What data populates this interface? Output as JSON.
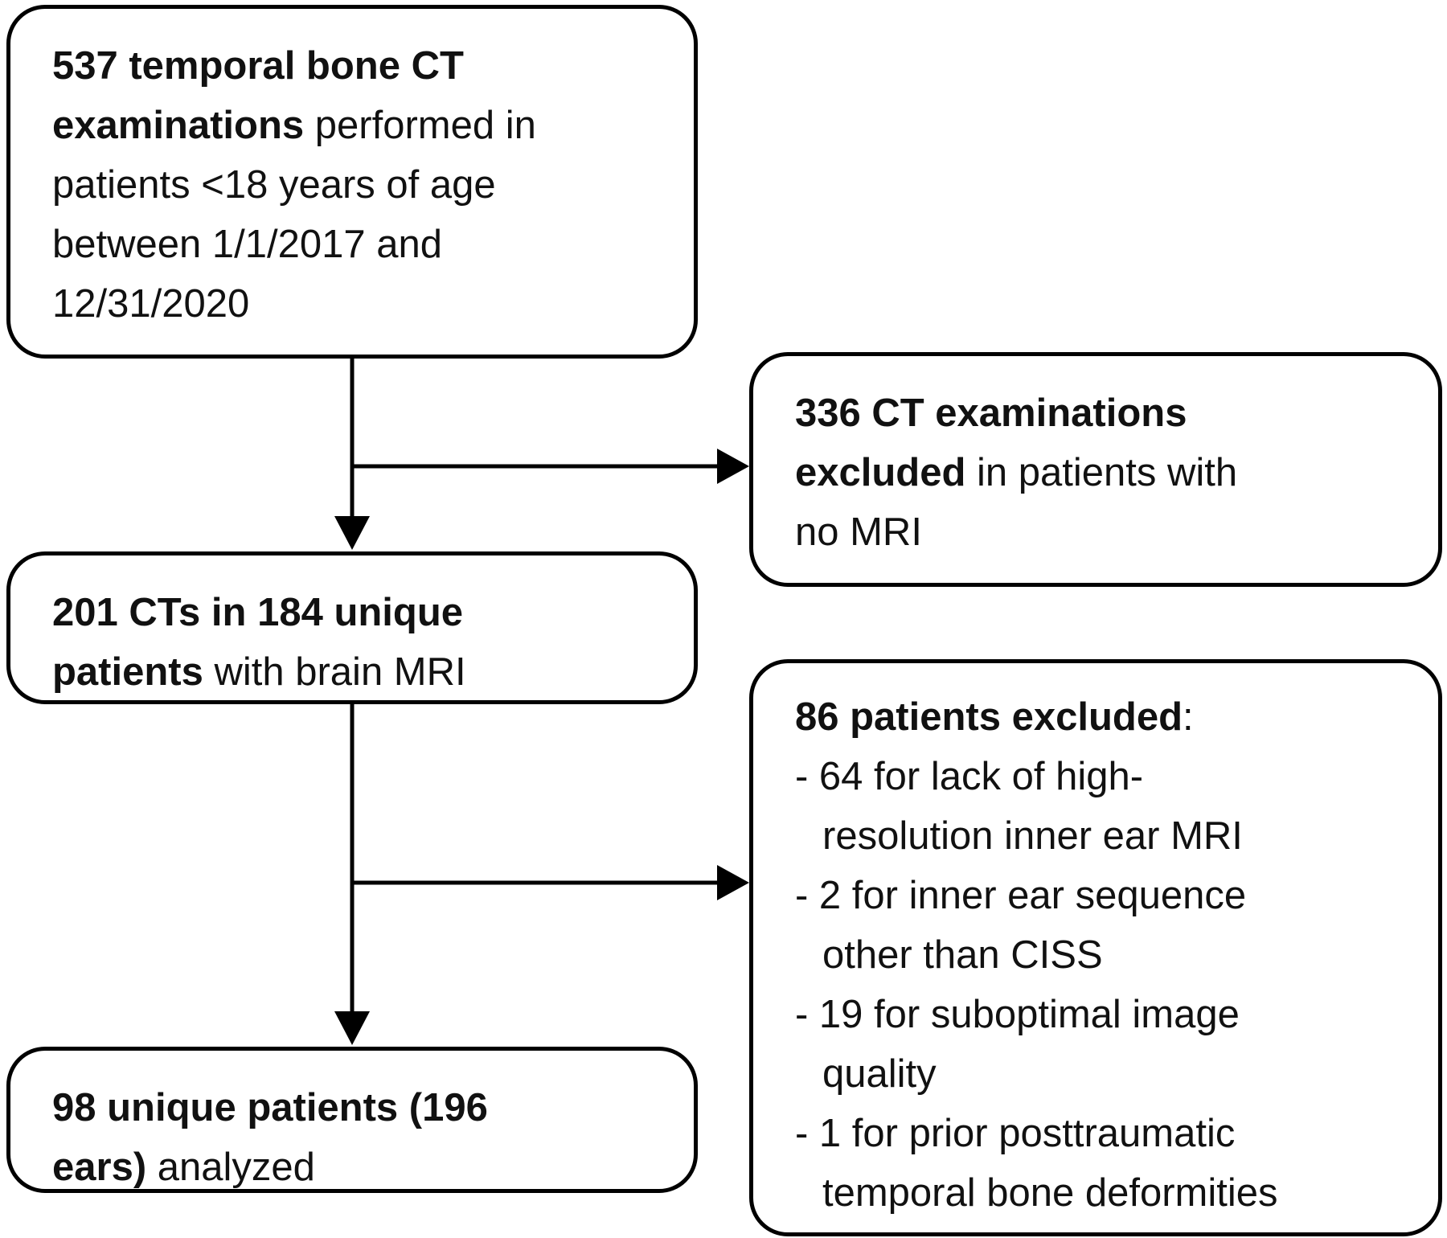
{
  "boxes": {
    "start": {
      "bold": "537 temporal bone CT examinations",
      "rest": " performed in patients <18 years of age between 1/1/2017 and 12/31/2020",
      "lines": [
        {
          "bold": "537 temporal bone CT",
          "rest": ""
        },
        {
          "bold": "examinations",
          "rest": " performed in"
        },
        {
          "bold": "",
          "rest": "patients <18 years of age"
        },
        {
          "bold": "",
          "rest": "between 1/1/2017 and"
        },
        {
          "bold": "",
          "rest": "12/31/2020"
        }
      ]
    },
    "excluded_ct": {
      "lines": [
        {
          "bold": "336 CT examinations",
          "rest": ""
        },
        {
          "bold": "excluded",
          "rest": " in patients with"
        },
        {
          "bold": "",
          "rest": "no MRI"
        }
      ]
    },
    "with_mri": {
      "lines": [
        {
          "bold": "201 CTs in 184 unique",
          "rest": ""
        },
        {
          "bold": "patients",
          "rest": " with brain MRI"
        }
      ]
    },
    "excluded_patients": {
      "heading_bold": "86 patients excluded",
      "heading_rest": ":",
      "items": [
        {
          "first": "- 64 for lack of high-",
          "cont": "resolution inner ear MRI"
        },
        {
          "first": "- 2 for inner ear sequence",
          "cont": "other than CISS"
        },
        {
          "first": "- 19 for suboptimal image",
          "cont": "quality"
        },
        {
          "first": "- 1 for prior posttraumatic",
          "cont": "temporal bone deformities"
        }
      ]
    },
    "analyzed": {
      "lines": [
        {
          "bold": "98 unique patients (196",
          "rest": ""
        },
        {
          "bold": "ears)",
          "rest": " analyzed"
        }
      ]
    }
  }
}
